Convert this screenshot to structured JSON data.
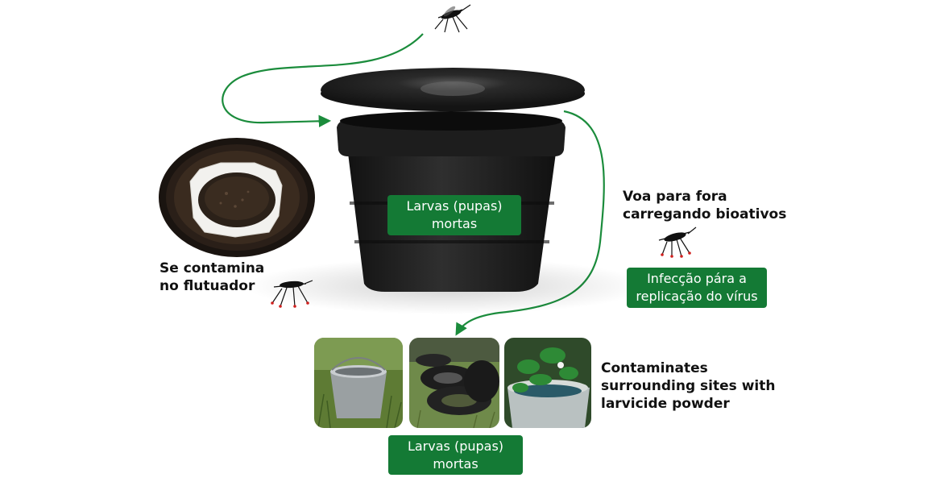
{
  "trap": {
    "center_badge": {
      "line1": "Larvas (pupas)",
      "line2": "mortas"
    }
  },
  "labels": {
    "contamina": {
      "line1": "Se contamina",
      "line2": "no flutuador"
    },
    "voa": {
      "line1": "Voa para fora",
      "line2": "carregando bioativos"
    },
    "contaminates": {
      "line1": "Contaminates",
      "line2": "surrounding sites with",
      "line3": "larvicide powder"
    }
  },
  "badges": {
    "infeccao": {
      "line1": "Infecção pára a",
      "line2": "replicação do vírus"
    },
    "bottom": {
      "line1": "Larvas (pupas)",
      "line2": "mortas"
    }
  },
  "photos": [
    {
      "name": "bucket-photo",
      "subject": "metal bucket with water in grass"
    },
    {
      "name": "tires-photo",
      "subject": "stacked tires in grass"
    },
    {
      "name": "planter-photo",
      "subject": "planter with water plants"
    }
  ],
  "colors": {
    "badge_green": "#147a35",
    "arrow_green": "#1b8c3c",
    "trap_black": "#1c1c1c",
    "mosquito_tip_red": "#d0201e"
  }
}
